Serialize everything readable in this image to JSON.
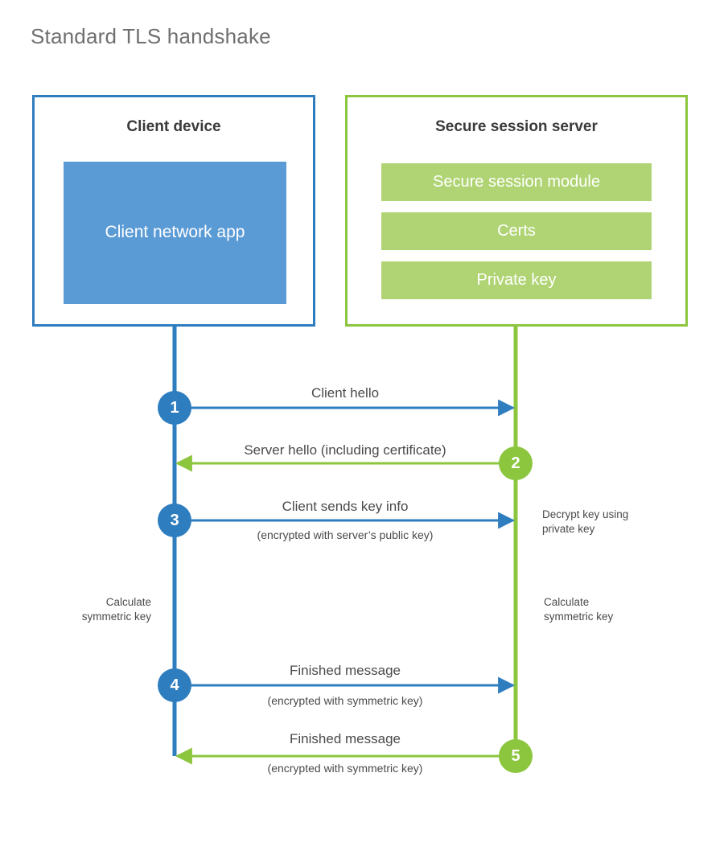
{
  "title": "Standard TLS handshake",
  "colors": {
    "client_accent": "#2e7dbf",
    "client_fill": "#5b9bd5",
    "server_accent": "#8cc63e",
    "server_fill": "#b0d474",
    "text": "#4a4a4a",
    "title_text": "#6f6f6f",
    "heading_text": "#3a3a3a",
    "background": "#ffffff"
  },
  "client": {
    "title": "Client device",
    "app_block": "Client network app"
  },
  "server": {
    "title": "Secure session server",
    "blocks": [
      "Secure session module",
      "Certs",
      "Private key"
    ]
  },
  "steps": [
    {
      "number": "1",
      "direction": "client-to-server",
      "label": "Client hello",
      "sublabel": ""
    },
    {
      "number": "2",
      "direction": "server-to-client",
      "label": "Server hello (including certificate)",
      "sublabel": ""
    },
    {
      "number": "3",
      "direction": "client-to-server",
      "label": "Client sends key info",
      "sublabel": "(encrypted with server’s public key)"
    },
    {
      "number": "4",
      "direction": "client-to-server",
      "label": "Finished message",
      "sublabel": "(encrypted with symmetric key)"
    },
    {
      "number": "5",
      "direction": "server-to-client",
      "label": "Finished message",
      "sublabel": "(encrypted with symmetric key)"
    }
  ],
  "annotations": {
    "server_decrypt": "Decrypt key using\nprivate key",
    "server_decrypt_line1": "Decrypt key using",
    "server_decrypt_line2": "private key",
    "client_calc_line1": "Calculate",
    "client_calc_line2": "symmetric key",
    "server_calc_line1": "Calculate",
    "server_calc_line2": "symmetric key"
  }
}
